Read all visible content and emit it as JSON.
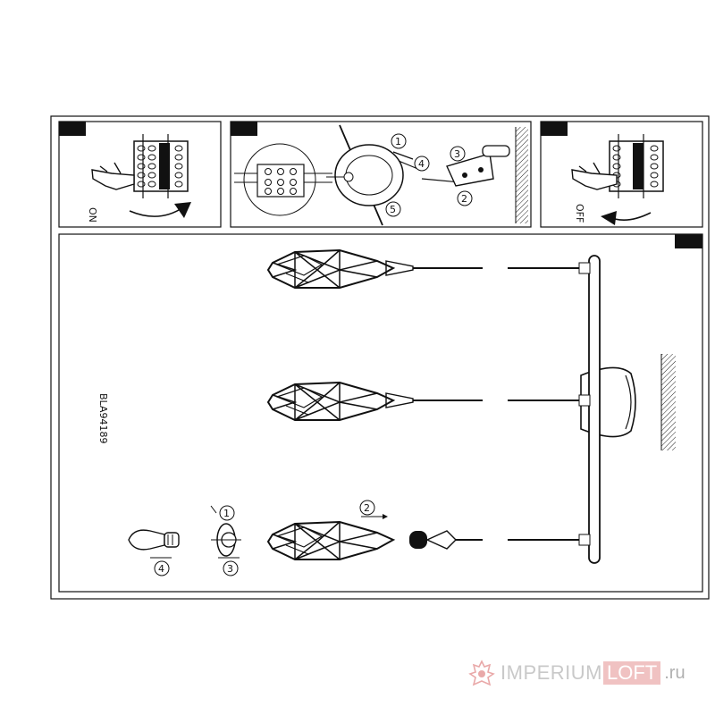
{
  "panels": {
    "on_label": "ON",
    "off_label": "OFF"
  },
  "model_code": "BLA94189",
  "steps": [
    "1",
    "2",
    "3",
    "4",
    "5"
  ],
  "assembly_steps": [
    "1",
    "2",
    "3",
    "4"
  ],
  "brand": {
    "name_part1": "IMPERIUM",
    "name_part2": "LOFT",
    "tld": ".ru"
  },
  "colors": {
    "line": "#111111",
    "brand_pink": "#f0c2c2",
    "brand_grey": "#c9c9c9"
  }
}
